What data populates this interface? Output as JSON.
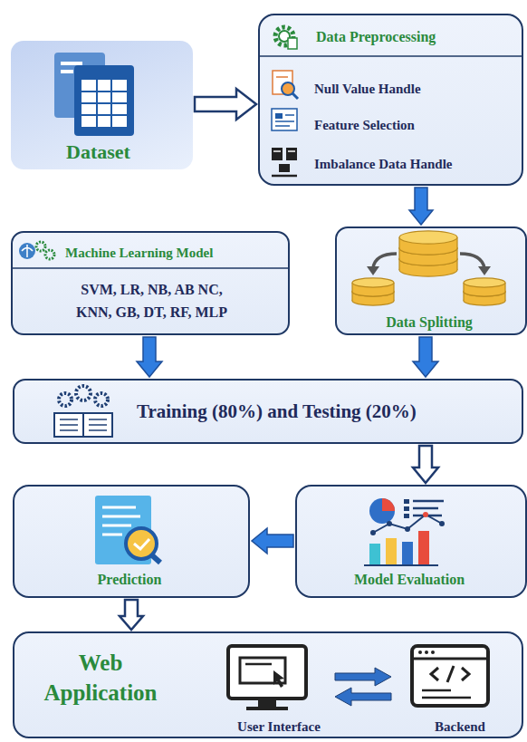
{
  "diagram": {
    "nodes": [
      {
        "text": [
          "Dataset"
        ]
      },
      {
        "text": [
          "Data Preprocessing",
          "Null Value Handle",
          "Feature Selection",
          "Imbalance Data Handle"
        ]
      },
      {
        "text": [
          "Machine Learning Model",
          "SVM, LR, NB, AB NC, KNN, GB, DT, RF, MLP"
        ]
      },
      {
        "text": [
          "Data Splitting"
        ]
      },
      {
        "text": [
          "Training (80%) and Testing (20%)"
        ]
      },
      {
        "text": [
          "Prediction"
        ]
      },
      {
        "text": [
          "Model Evaluation"
        ]
      },
      {
        "text": [
          "Web Application",
          "User Interface",
          "Backend"
        ]
      }
    ],
    "edges": [
      {
        "from": 0,
        "to": 1,
        "arrow": "to"
      },
      {
        "from": 1,
        "to": 3,
        "arrow": "to"
      },
      {
        "from": 2,
        "to": 4,
        "arrow": "to"
      },
      {
        "from": 3,
        "to": 4,
        "arrow": "to"
      },
      {
        "from": 4,
        "to": 6,
        "arrow": "to"
      },
      {
        "from": 6,
        "to": 5,
        "arrow": "to"
      },
      {
        "from": 5,
        "to": 7,
        "arrow": "to"
      }
    ]
  }
}
